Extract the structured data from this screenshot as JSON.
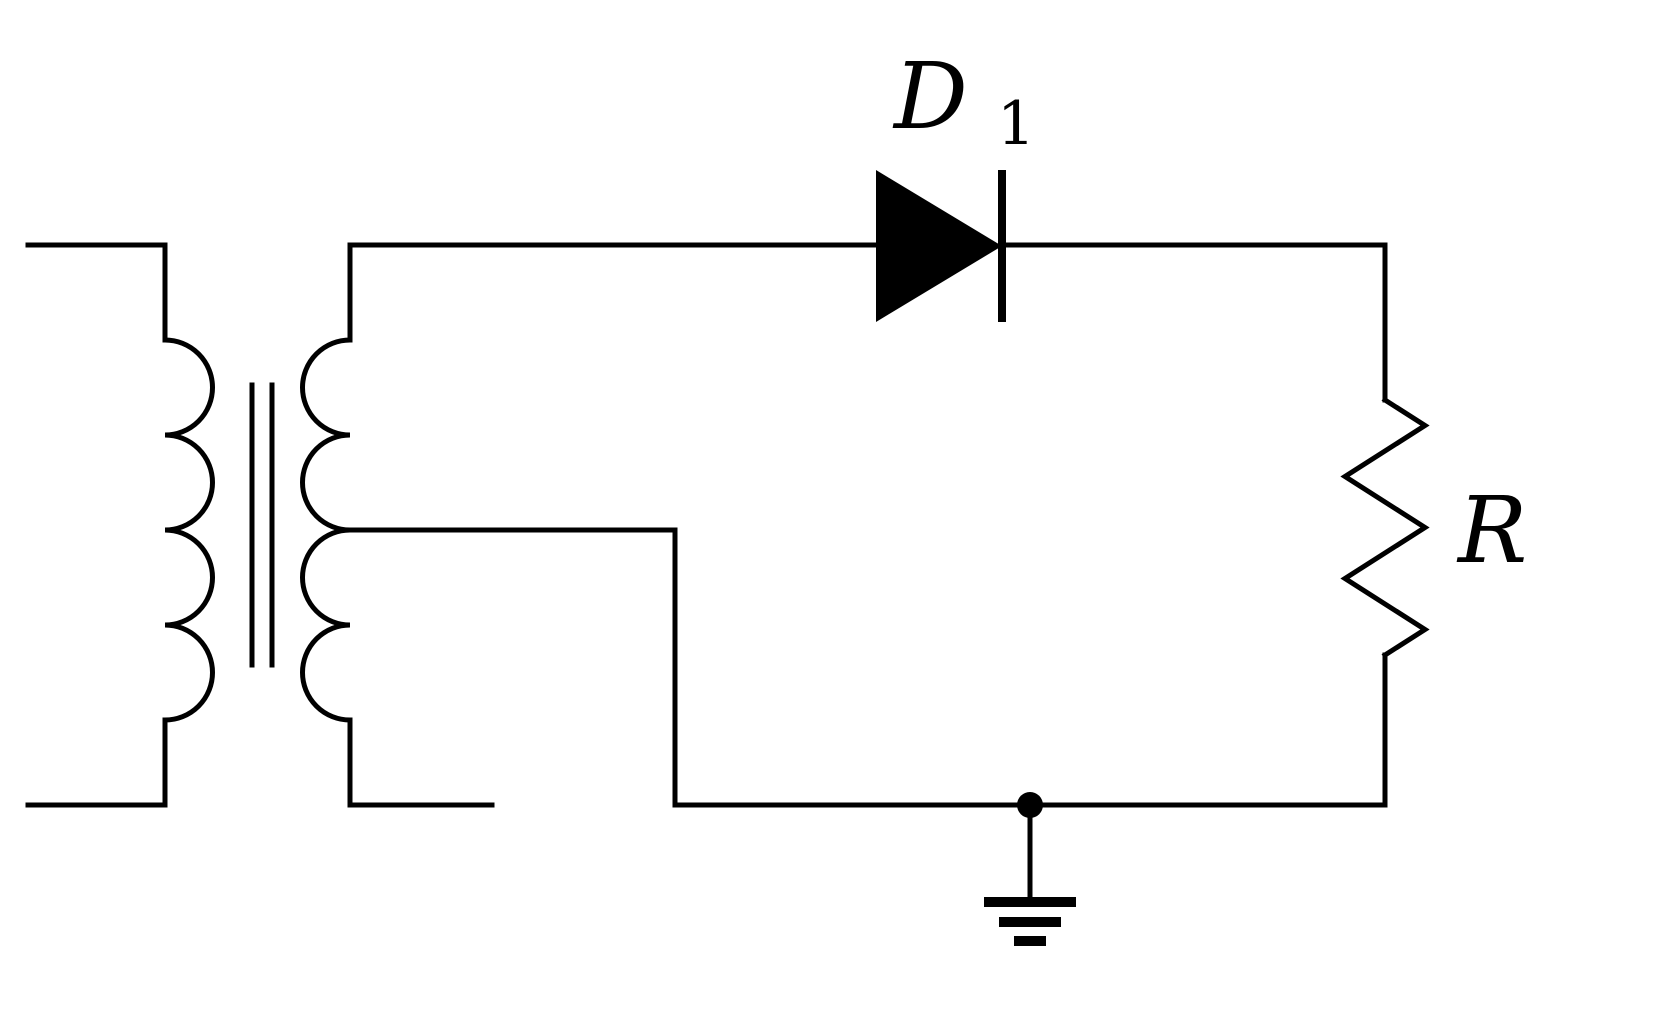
{
  "diagram": {
    "type": "circuit-schematic",
    "background_color": "#ffffff",
    "line_color": "#000000",
    "labels": {
      "diode_base": "D",
      "diode_subscript": "1",
      "resistor": "R"
    },
    "symbols": [
      "transformer-primary-coil-icon",
      "transformer-core-icon",
      "transformer-secondary-coil-icon",
      "diode-icon",
      "resistor-icon",
      "junction-dot-icon",
      "ground-icon"
    ]
  }
}
